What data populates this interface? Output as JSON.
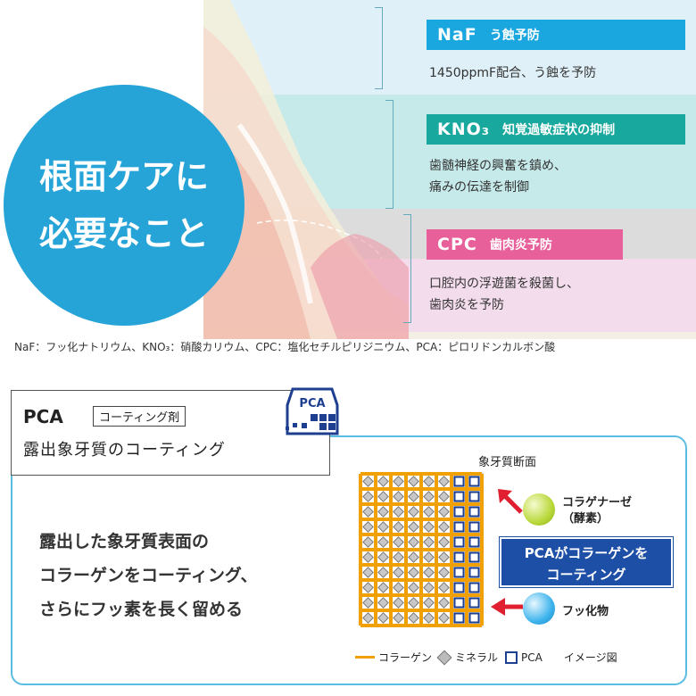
{
  "circle": {
    "line1": "根面ケアに",
    "line2": "必要なこと",
    "color": "#26a4d8"
  },
  "ingredients": [
    {
      "key": "NaF",
      "sub": "う蝕予防",
      "color": "#1aa7e0",
      "desc1": "1450ppmF配合、う蝕を予防",
      "desc2": ""
    },
    {
      "key": "KNO₃",
      "sub": "知覚過敏症状の抑制",
      "color": "#19a89d",
      "desc1": "歯髄神経の興奮を鎮め、",
      "desc2": "痛みの伝達を制御"
    },
    {
      "key": "CPC",
      "sub": "歯肉炎予防",
      "color": "#e8609a",
      "desc1": "口腔内の浮遊菌を殺菌し、",
      "desc2": "歯肉炎を予防"
    }
  ],
  "footnote": "NaF：フッ化ナトリウム、KNO₃：硝酸カリウム、CPC：塩化セチルピリジニウム、PCA：ピロリドンカルボン酸",
  "pca_section": {
    "title": "PCA",
    "tag": "コーティング剤",
    "subtitle": "露出象牙質のコーティング",
    "logo_text": "PCA",
    "main_line1": "露出した象牙質表面の",
    "main_line2": "コラーゲンをコーティング、",
    "main_line3": "さらにフッ素を長く留める",
    "cross_section_title": "象牙質断面",
    "collagenase_line1": "コラゲナーゼ",
    "collagenase_line2": "（酵素）",
    "callout_line1": "PCAがコラーゲンを",
    "callout_line2": "コーティング",
    "fluoride_label": "フッ化物",
    "legend_collagen": "コラーゲン",
    "legend_mineral": "ミネラル",
    "legend_pca": "PCA",
    "legend_image": "イメージ図"
  },
  "colors": {
    "frame": "#5bbde3",
    "pca_blue": "#1e4fa6",
    "grid_orange": "#f0a000",
    "arrow_red": "#e02030"
  }
}
